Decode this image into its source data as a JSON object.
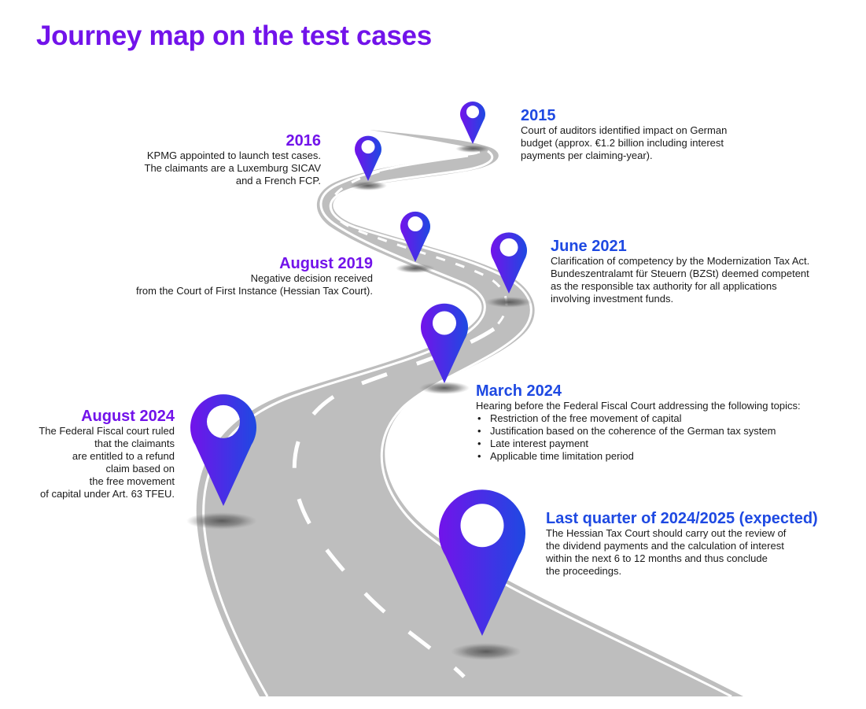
{
  "header": {
    "title": "Journey map on the test cases"
  },
  "colors": {
    "title": "#7213EA",
    "date_purple": "#7213EA",
    "date_blue": "#1E49E2",
    "pin_gradient_start": "#7213EA",
    "pin_gradient_end": "#1E49E2",
    "road": "#BEBEBE",
    "road_lines": "#FFFFFF"
  },
  "events": [
    {
      "date": "2015",
      "description": "Court of auditors identified impact on German\nbudget (approx. €1.2 billion including interest\npayments per claiming-year).",
      "icon": "map-pin-icon"
    },
    {
      "date": "2016",
      "description": "KPMG appointed to launch test cases.\nThe claimants are a Luxemburg SICAV\nand a French FCP.",
      "icon": "map-pin-icon"
    },
    {
      "date": "August 2019",
      "description": "Negative decision received\nfrom the Court of First Instance (Hessian Tax Court).",
      "icon": "map-pin-icon"
    },
    {
      "date": "June 2021",
      "description": "Clarification of competency by the Modernization Tax Act.\nBundeszentralamt für Steuern (BZSt) deemed competent\nas the responsible tax authority for all applications\ninvolving investment funds.",
      "icon": "map-pin-icon"
    },
    {
      "date": "March 2024",
      "description": "Hearing before the Federal Fiscal Court addressing the following topics:",
      "bullets": [
        "Restriction of the free movement of capital",
        "Justification based on the coherence of the German tax system",
        "Late interest payment",
        "Applicable time limitation period"
      ],
      "icon": "map-pin-icon"
    },
    {
      "date": "August 2024",
      "description": "The Federal Fiscal court ruled\nthat the claimants\nare entitled to a refund\nclaim based on\nthe free movement\nof capital under Art. 63 TFEU.",
      "icon": "map-pin-icon"
    },
    {
      "date": "Last quarter of 2024/2025 (expected)",
      "description": "The Hessian Tax Court should carry out the review of\nthe dividend payments and the calculation of interest\nwithin the next 6 to 12 months and thus conclude\nthe proceedings.",
      "icon": "map-pin-icon"
    }
  ]
}
